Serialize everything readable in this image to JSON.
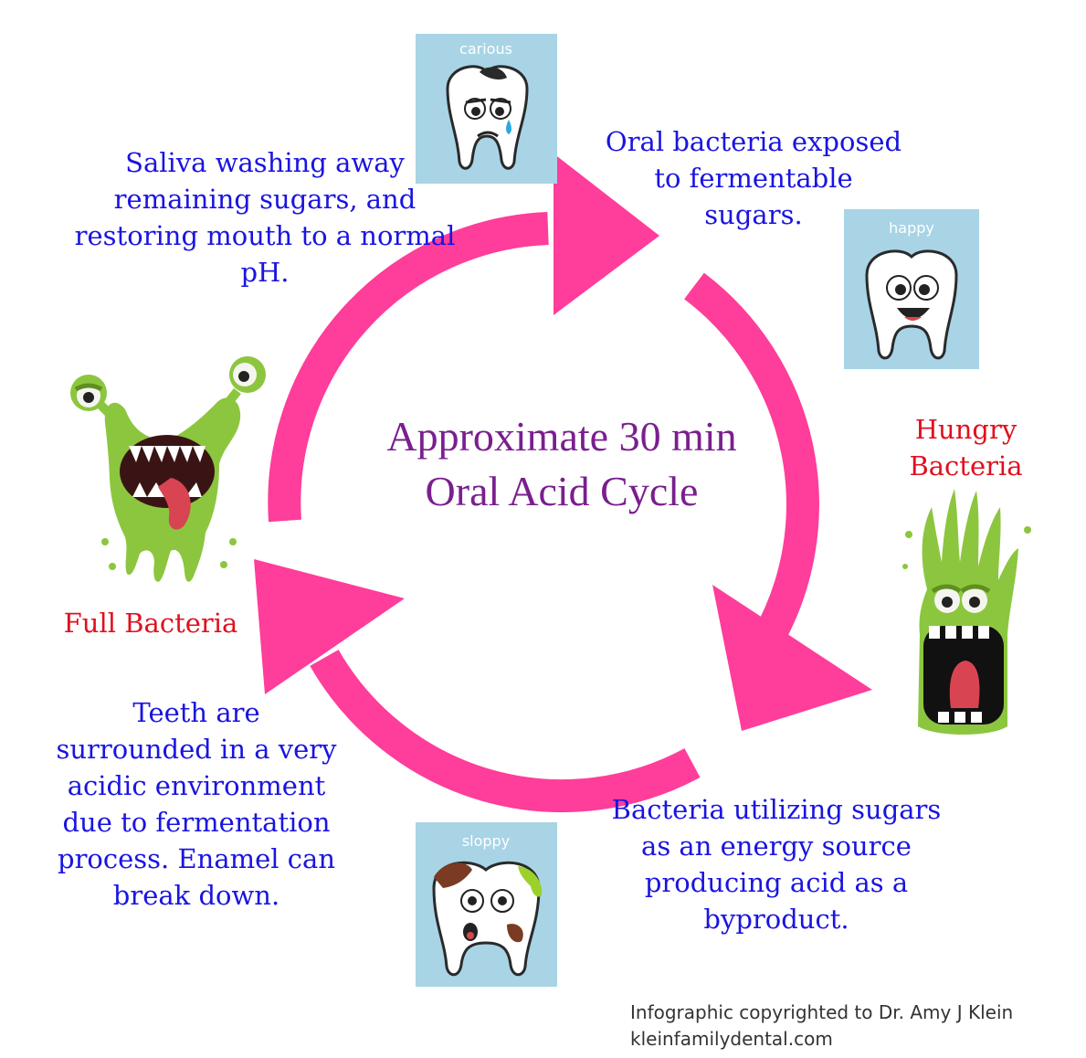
{
  "diagram": {
    "title": "Approximate 30 min Oral Acid Cycle",
    "steps": [
      {
        "text": [
          "Oral bacteria exposed",
          "to fermentable sugars."
        ]
      },
      {
        "text": [
          "Bacteria utilizing sugars",
          "as an energy source",
          "producing acid as a",
          "byproduct."
        ]
      },
      {
        "text": [
          "Teeth are",
          "surrounded in a very",
          "acidic environment",
          "due to fermentation",
          "process. Enamel can",
          "break down."
        ]
      },
      {
        "text": [
          "Saliva washing away",
          "remaining sugars, and",
          "restoring mouth to a normal",
          "pH."
        ]
      }
    ],
    "bacteria_labels": {
      "hungry": [
        "Hungry",
        "Bacteria"
      ],
      "full": "Full Bacteria"
    },
    "tooth_tiles": {
      "carious": "carious",
      "happy": "happy",
      "sloppy": "sloppy"
    },
    "credit": {
      "line1": "Infographic copyrighted to Dr. Amy J Klein",
      "line2": "kleinfamilydental.com"
    },
    "colors": {
      "arrow": "#ff3d9a",
      "step_text": "#1a14e0",
      "bacteria_label": "#e0101e",
      "title": "#7a1f8e",
      "tile_bg": "#a8d4e6",
      "slime": "#8cc63f"
    },
    "icons": [
      "cycle-arrow-icon",
      "carious-tooth-icon",
      "happy-tooth-icon",
      "sloppy-tooth-icon",
      "hungry-bacteria-icon",
      "full-bacteria-icon"
    ]
  }
}
